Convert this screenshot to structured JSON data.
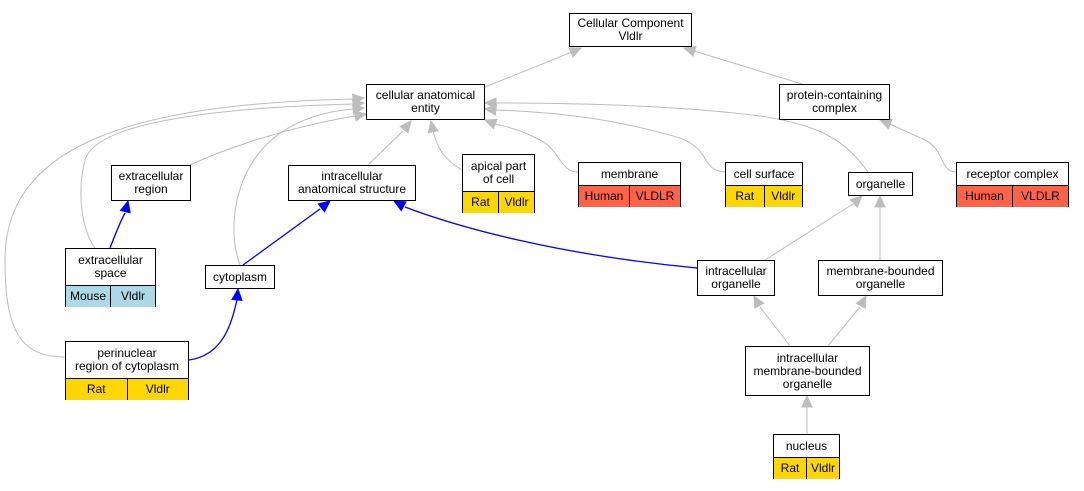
{
  "colors": {
    "edge_gray": "#bdbdbd",
    "edge_blue": "#0000ff",
    "rat": "#ffd700",
    "human": "#ff6347",
    "mouse": "#add8e6"
  },
  "nodes": {
    "root": {
      "lines": [
        "Cellular Component",
        "Vldlr"
      ]
    },
    "cae": {
      "lines": [
        "cellular anatomical",
        "entity"
      ]
    },
    "pcc": {
      "lines": [
        "protein-containing",
        "complex"
      ]
    },
    "extra_reg": {
      "lines": [
        "extracellular",
        "region"
      ]
    },
    "intra_anat": {
      "lines": [
        "intracellular",
        "anatomical structure"
      ]
    },
    "apical": {
      "lines": [
        "apical part",
        "of cell"
      ],
      "tags": [
        "Rat",
        "Vldlr"
      ],
      "tag_color": "rat"
    },
    "membrane": {
      "lines": [
        "membrane"
      ],
      "tags": [
        "Human",
        "VLDLR"
      ],
      "tag_color": "human"
    },
    "cell_surf": {
      "lines": [
        "cell surface"
      ],
      "tags": [
        "Rat",
        "Vldlr"
      ],
      "tag_color": "rat"
    },
    "organelle": {
      "lines": [
        "organelle"
      ]
    },
    "receptor": {
      "lines": [
        "receptor complex"
      ],
      "tags": [
        "Human",
        "VLDLR"
      ],
      "tag_color": "human"
    },
    "extra_space": {
      "lines": [
        "extracellular",
        "space"
      ],
      "tags": [
        "Mouse",
        "Vldlr"
      ],
      "tag_color": "mouse"
    },
    "cytoplasm": {
      "lines": [
        "cytoplasm"
      ]
    },
    "intra_org": {
      "lines": [
        "intracellular",
        "organelle"
      ]
    },
    "mem_bound": {
      "lines": [
        "membrane-bounded",
        "organelle"
      ]
    },
    "perinuclear": {
      "lines": [
        "perinuclear",
        "region of cytoplasm"
      ],
      "tags": [
        "Rat",
        "Vldlr"
      ],
      "tag_color": "rat"
    },
    "intra_mb": {
      "lines": [
        "intracellular",
        "membrane-bounded",
        "organelle"
      ]
    },
    "nucleus": {
      "lines": [
        "nucleus"
      ],
      "tags": [
        "Rat",
        "Vldlr"
      ],
      "tag_color": "rat"
    }
  },
  "edges": [
    {
      "from": "cae",
      "to": "root",
      "color": "gray"
    },
    {
      "from": "pcc",
      "to": "root",
      "color": "gray"
    },
    {
      "from": "extra_reg",
      "to": "cae",
      "color": "gray"
    },
    {
      "from": "intra_anat",
      "to": "cae",
      "color": "gray"
    },
    {
      "from": "apical",
      "to": "cae",
      "color": "gray"
    },
    {
      "from": "membrane",
      "to": "cae",
      "color": "gray"
    },
    {
      "from": "cell_surf",
      "to": "cae",
      "color": "gray"
    },
    {
      "from": "organelle",
      "to": "cae",
      "color": "gray"
    },
    {
      "from": "receptor",
      "to": "pcc",
      "color": "gray"
    },
    {
      "from": "extra_space",
      "to": "extra_reg",
      "color": "blue"
    },
    {
      "from": "extra_space",
      "to": "cae",
      "color": "gray"
    },
    {
      "from": "cytoplasm",
      "to": "intra_anat",
      "color": "blue"
    },
    {
      "from": "cytoplasm",
      "to": "cae",
      "color": "gray"
    },
    {
      "from": "intra_org",
      "to": "intra_anat",
      "color": "blue"
    },
    {
      "from": "intra_org",
      "to": "organelle",
      "color": "gray"
    },
    {
      "from": "mem_bound",
      "to": "organelle",
      "color": "gray"
    },
    {
      "from": "perinuclear",
      "to": "cytoplasm",
      "color": "blue"
    },
    {
      "from": "perinuclear",
      "to": "cae",
      "color": "gray"
    },
    {
      "from": "intra_mb",
      "to": "intra_org",
      "color": "gray"
    },
    {
      "from": "intra_mb",
      "to": "mem_bound",
      "color": "gray"
    },
    {
      "from": "nucleus",
      "to": "intra_mb",
      "color": "gray"
    }
  ]
}
